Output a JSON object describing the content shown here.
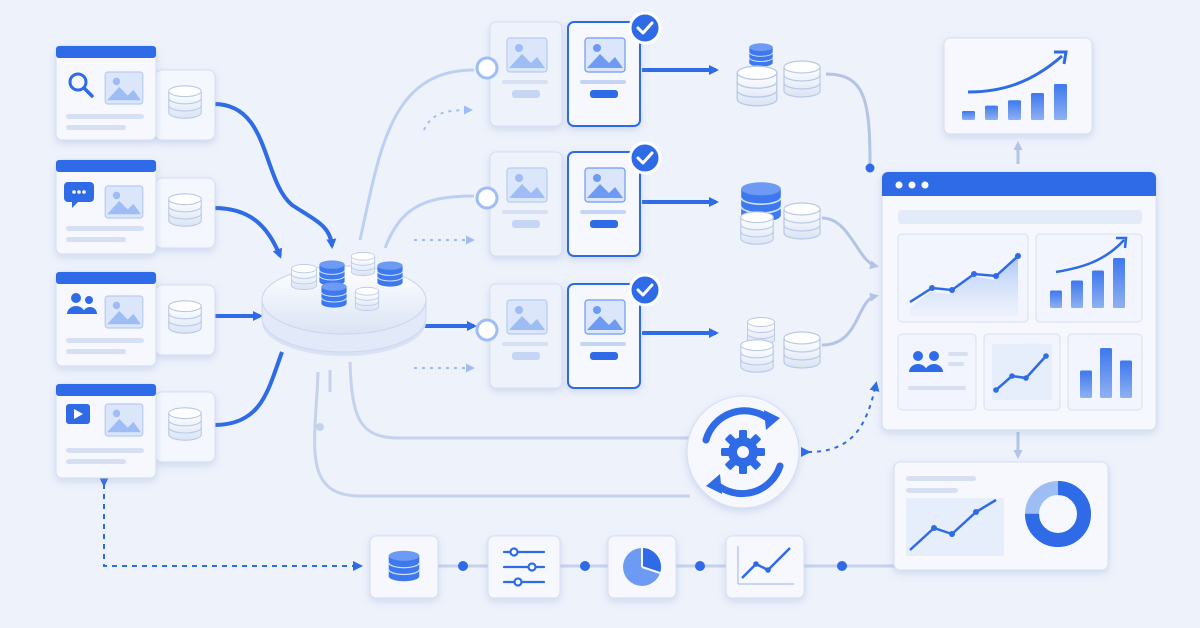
{
  "colors": {
    "background": "#eef2fb",
    "accent": "#2f6be6",
    "accent_dark": "#1f56cc",
    "accent_light": "#9ebdf5",
    "panel": "#f6f8fe",
    "panel_border": "#d4def3",
    "line_muted": "#c5d2ec"
  },
  "sources": [
    {
      "icon": "search-icon"
    },
    {
      "icon": "chat-icon"
    },
    {
      "icon": "users-icon"
    },
    {
      "icon": "play-icon"
    }
  ],
  "hub": {
    "icon": "database-cluster-icon"
  },
  "transforms": [
    {
      "status": "check-icon"
    },
    {
      "status": "check-icon"
    },
    {
      "status": "check-icon"
    }
  ],
  "stores": [
    {
      "icon": "database-stack-icon"
    },
    {
      "icon": "database-stack-icon"
    },
    {
      "icon": "database-stack-icon"
    }
  ],
  "sync": {
    "icon": "sync-gear-icon"
  },
  "dashboard": {
    "top_panel_bars": [
      0.25,
      0.4,
      0.55,
      0.75,
      1.0
    ],
    "kpi_bars": [
      0.35,
      0.55,
      0.75,
      1.0
    ],
    "mini_bars": [
      0.55,
      1.0,
      0.75
    ],
    "donut_fraction": 0.75
  },
  "pipeline": [
    {
      "icon": "database-icon"
    },
    {
      "icon": "filter-sliders-icon"
    },
    {
      "icon": "pie-chart-icon"
    },
    {
      "icon": "line-chart-icon"
    }
  ]
}
